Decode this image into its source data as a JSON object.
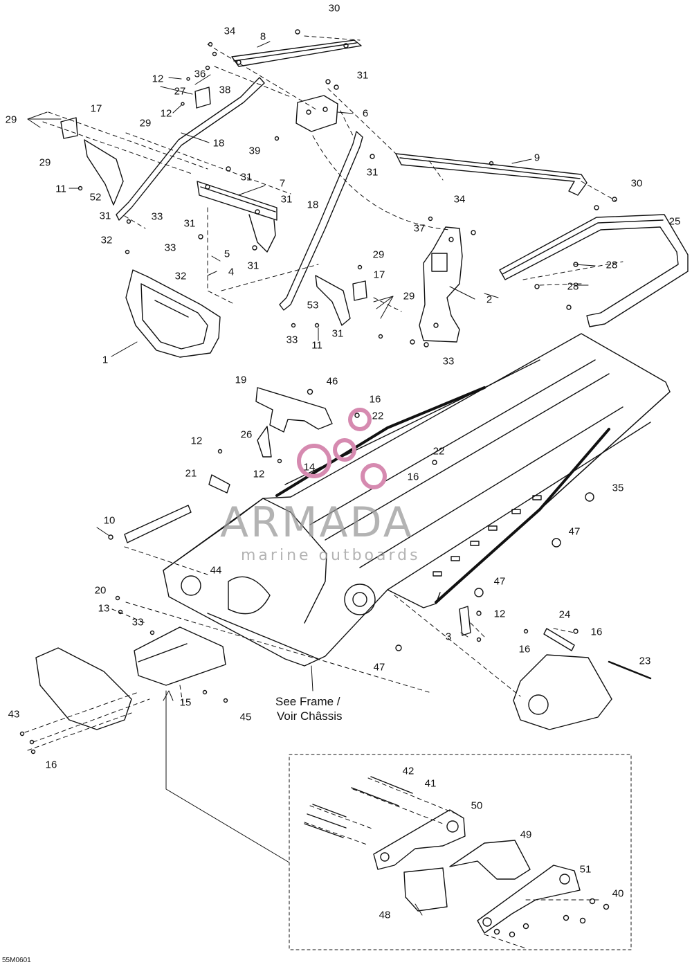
{
  "diagram": {
    "figure_code": "55M0601",
    "note_line1": "See Frame /",
    "note_line2": "Voir Châssis",
    "watermark_brand": "ARMADA",
    "watermark_tagline": "marine outboards",
    "watermark_color": "#d68ab0",
    "callouts": {
      "c1": "1",
      "c2": "2",
      "c3": "3",
      "c4": "4",
      "c5": "5",
      "c6": "6",
      "c7": "7",
      "c8": "8",
      "c9": "9",
      "c10": "10",
      "c11a": "11",
      "c11b": "11",
      "c12a": "12",
      "c12b": "12",
      "c12c": "12",
      "c12d": "12",
      "c12e": "12",
      "c13": "13",
      "c14": "14",
      "c15": "15",
      "c16a": "16",
      "c16b": "16",
      "c16c": "16",
      "c16d": "16",
      "c16e": "16",
      "c17a": "17",
      "c17b": "17",
      "c18a": "18",
      "c18b": "18",
      "c19": "19",
      "c20": "20",
      "c21": "21",
      "c22a": "22",
      "c22b": "22",
      "c23": "23",
      "c24": "24",
      "c25": "25",
      "c26": "26",
      "c27": "27",
      "c28a": "28",
      "c28b": "28",
      "c29a": "29",
      "c29b": "29",
      "c29c": "29",
      "c29d": "29",
      "c29e": "29",
      "c30a": "30",
      "c30b": "30",
      "c31a": "31",
      "c31b": "31",
      "c31c": "31",
      "c31d": "31",
      "c31e": "31",
      "c31f": "31",
      "c31g": "31",
      "c31h": "31",
      "c32a": "32",
      "c32b": "32",
      "c33a": "33",
      "c33b": "33",
      "c33c": "33",
      "c33d": "33",
      "c33e": "33",
      "c34a": "34",
      "c34b": "34",
      "c35": "35",
      "c36": "36",
      "c37": "37",
      "c38": "38",
      "c39": "39",
      "c40": "40",
      "c41": "41",
      "c42": "42",
      "c43": "43",
      "c44": "44",
      "c45": "45",
      "c46": "46",
      "c47a": "47",
      "c47b": "47",
      "c47c": "47",
      "c48": "48",
      "c49": "49",
      "c50": "50",
      "c51": "51",
      "c52": "52",
      "c53": "53"
    }
  }
}
